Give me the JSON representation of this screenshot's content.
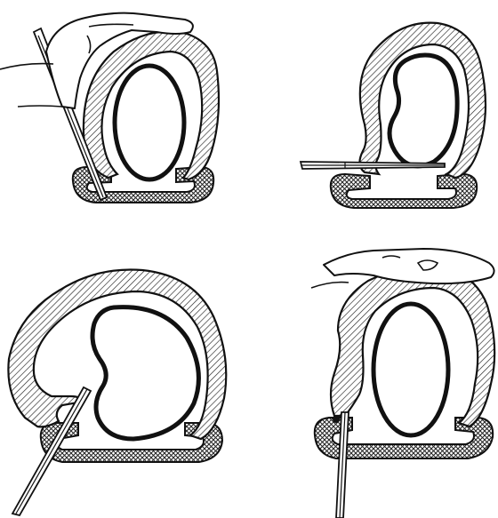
{
  "figure": {
    "panels": [
      {
        "id": "top-left",
        "tool": "lever",
        "hand": true
      },
      {
        "id": "top-right",
        "tool": "lever",
        "hand": false
      },
      {
        "id": "bottom-left",
        "tool": "lever",
        "hand": false
      },
      {
        "id": "bottom-right",
        "tool": "lever",
        "hand": true
      }
    ],
    "colors": {
      "ink": "#111111",
      "paper": "#ffffff"
    }
  }
}
